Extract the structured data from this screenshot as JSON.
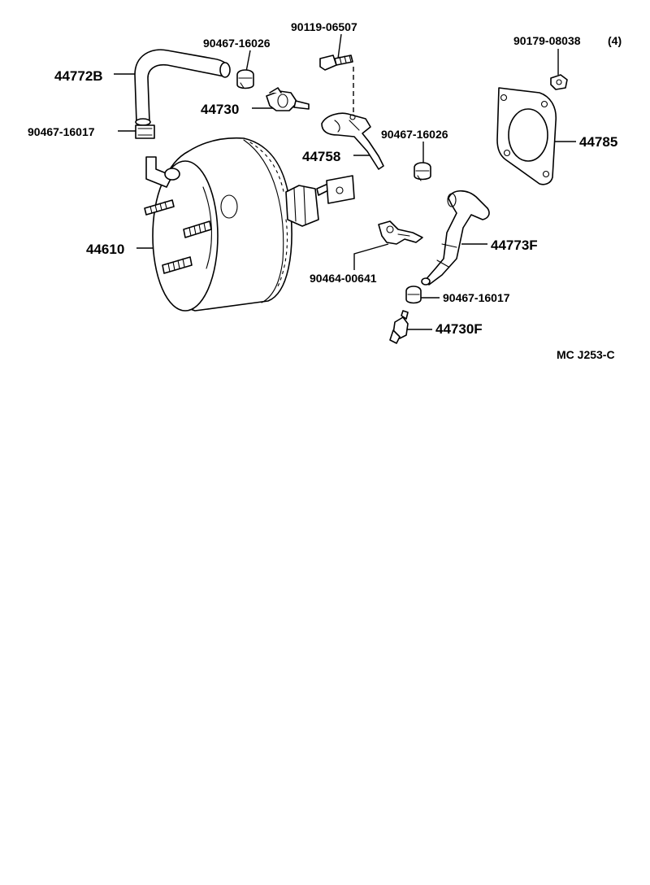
{
  "diagram": {
    "reference_code": "MC J253-C",
    "parts": [
      {
        "id": "p90119",
        "label": "90119-06507"
      },
      {
        "id": "p90467a",
        "label": "90467-16026"
      },
      {
        "id": "p44772",
        "label": "44772B"
      },
      {
        "id": "p44730",
        "label": "44730"
      },
      {
        "id": "p90467c",
        "label": "90467-16017"
      },
      {
        "id": "p44758",
        "label": "44758"
      },
      {
        "id": "p90467b",
        "label": "90467-16026"
      },
      {
        "id": "p90179",
        "label": "90179-08038"
      },
      {
        "id": "p90179q",
        "label": "(4)"
      },
      {
        "id": "p44785",
        "label": "44785"
      },
      {
        "id": "p44610",
        "label": "44610"
      },
      {
        "id": "p44773",
        "label": "44773F"
      },
      {
        "id": "p90464",
        "label": "90464-00641"
      },
      {
        "id": "p90467d",
        "label": "90467-16017"
      },
      {
        "id": "p44730f",
        "label": "44730F"
      }
    ]
  }
}
